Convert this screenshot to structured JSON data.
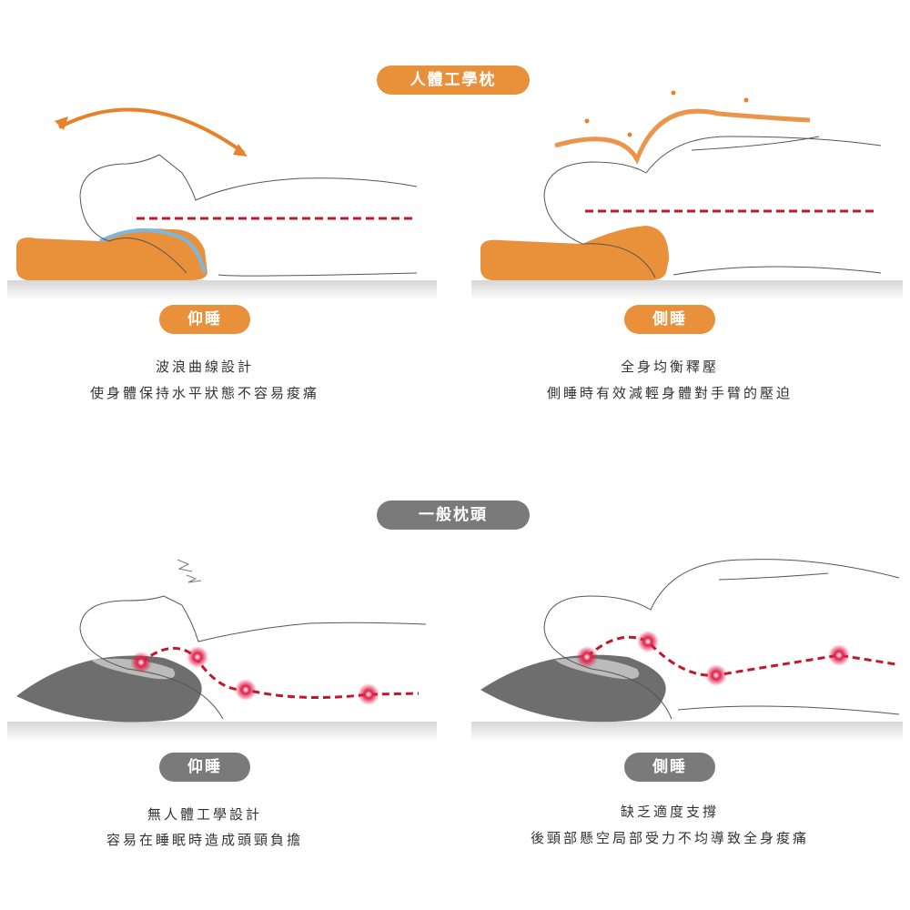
{
  "colors": {
    "accent": "#e8913a",
    "neutral": "#7a7a7a",
    "spine": "#c0182c"
  },
  "ergonomic": {
    "title": "人體工學枕",
    "back": {
      "label": "仰睡",
      "line1": "波浪曲線設計",
      "line2": "使身體保持水平狀態不容易痠痛"
    },
    "side": {
      "label": "側睡",
      "line1": "全身均衡釋壓",
      "line2": "側睡時有效減輕身體對手臂的壓迫"
    }
  },
  "regular": {
    "title": "一般枕頭",
    "back": {
      "label": "仰睡",
      "line1": "無人體工學設計",
      "line2": "容易在睡眠時造成頭頸負擔"
    },
    "side": {
      "label": "側睡",
      "line1": "缺乏適度支撐",
      "line2": "後頸部懸空局部受力不均導致全身痠痛"
    }
  }
}
